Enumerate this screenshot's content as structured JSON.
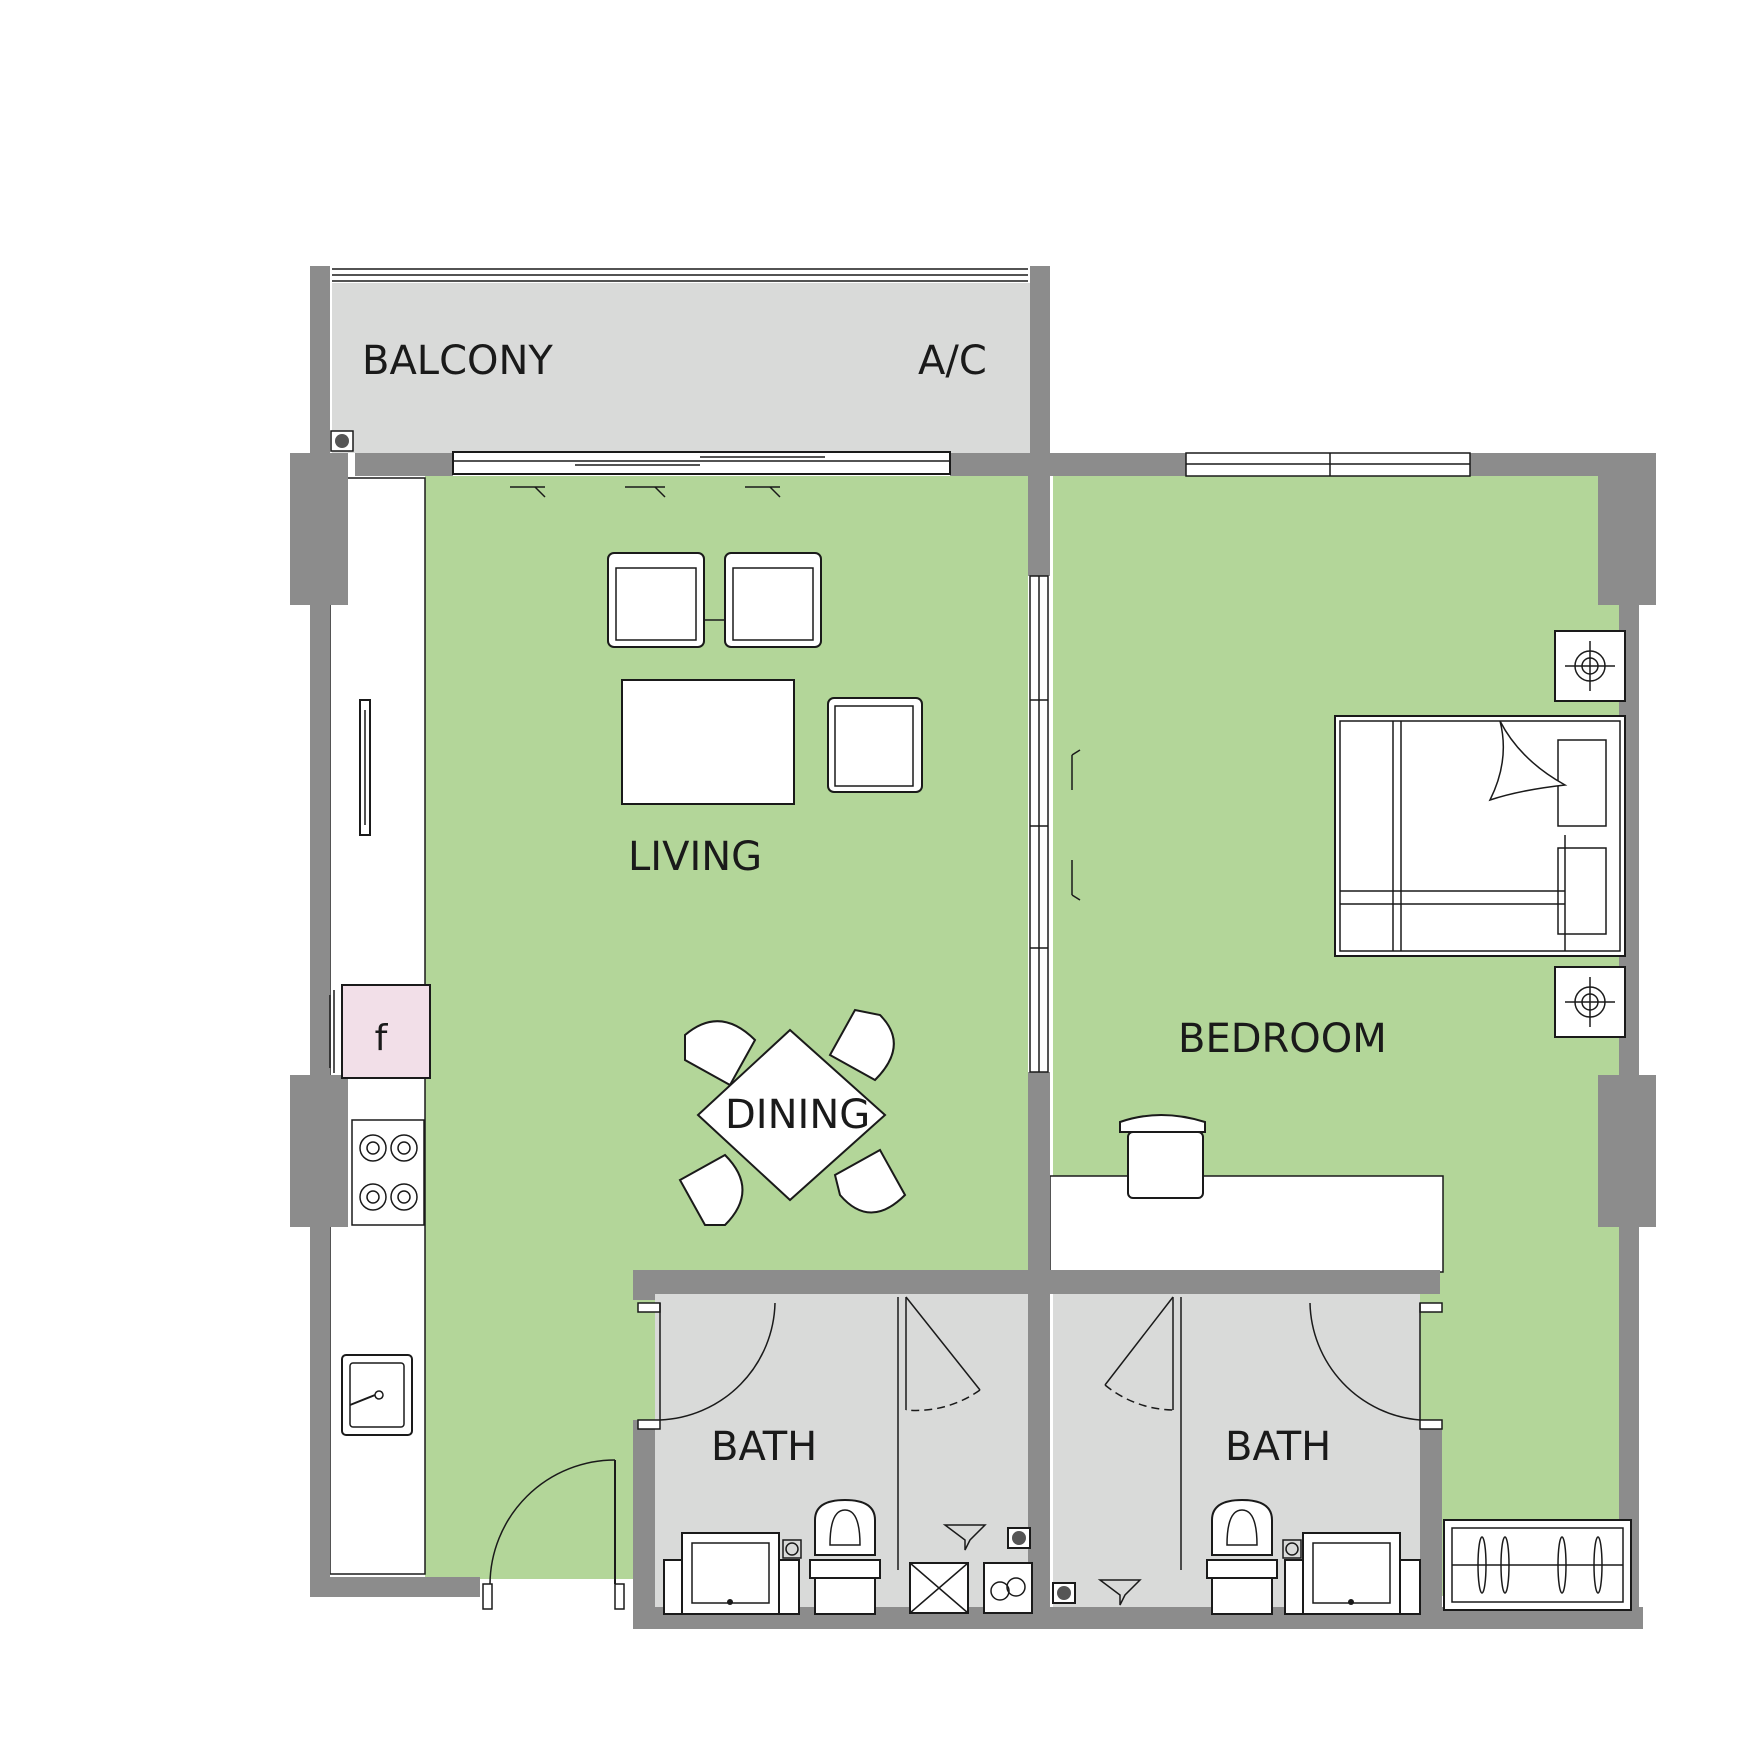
{
  "colors": {
    "wall": "#8c8c8c",
    "living_floor": "#b3d699",
    "wet_floor": "#d9dad9",
    "fridge": "#f2dfe8",
    "furniture_stroke": "#1a1a1a"
  },
  "rooms": {
    "balcony": "BALCONY",
    "ac": "A/C",
    "living": "LIVING",
    "dining": "DINING",
    "bedroom": "BEDROOM",
    "bath1": "BATH",
    "bath2": "BATH",
    "fridge": "f"
  },
  "icons": [
    "sofa-chair-icon",
    "coffee-table-icon",
    "dining-table-icon",
    "bed-icon",
    "lamp-icon",
    "desk-chair-icon",
    "stove-icon",
    "sink-icon",
    "toilet-icon",
    "washbasin-icon",
    "shower-icon",
    "washing-machine-icon",
    "floor-drain-icon",
    "wardrobe-icon",
    "tv-icon",
    "door-swing-icon",
    "sliding-door-icon"
  ]
}
